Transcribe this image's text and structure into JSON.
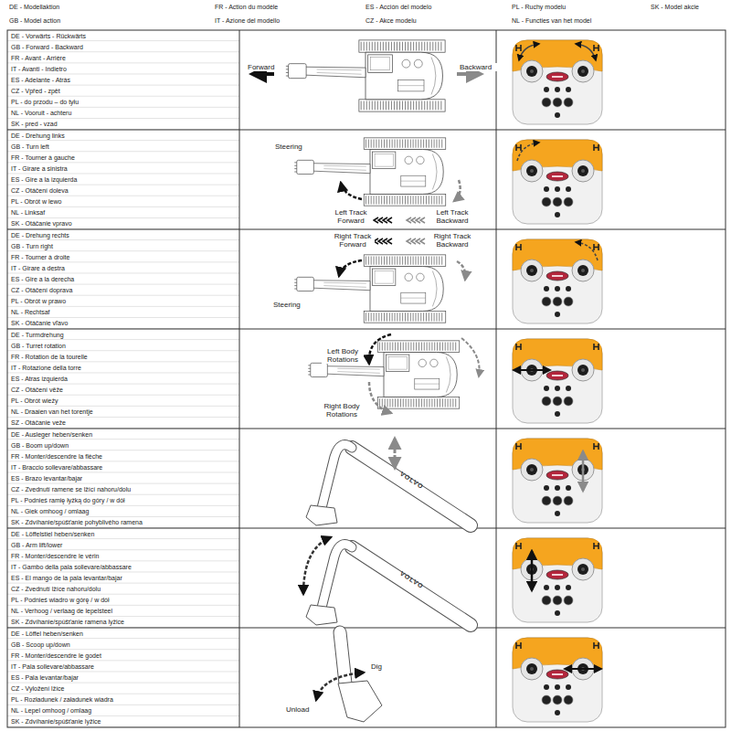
{
  "diagram": {
    "labels": [
      "DE - Modellaktion",
      "FR - Action du modèle",
      "ES - Acción del modelo",
      "PL - Ruchy modelu",
      "SK - Model akcie",
      "GB - Model action",
      "IT - Azione del modello",
      "CZ - Akce modelu",
      "NL - Functies van het model",
      "DE - Vorwärts - Rückwärts",
      "GB - Forward - Backward",
      "FR - Avant - Arrière",
      "IT - Avanti - Indietro",
      "ES - Adelante - Atrás",
      "CZ - Vpřed - zpět",
      "PL - do przodu – do tyłu",
      "NL - Vooruit - achteru",
      "SK - pred - vzad",
      "Forward",
      "Backward",
      "DE - Drehung links",
      "GB - Turn left",
      "FR - Tourner à gauche",
      "IT - Girare a sinistra",
      "ES - Gire a la izquierda",
      "CZ - Otáčení doleva",
      "PL - Obrót w lewo",
      "NL - Linksaf",
      "SK - Otáčanie vpravo",
      "Steering",
      "Left Track Forward",
      "Left Track Backward",
      "DE - Drehung rechts",
      "GB - Turn right",
      "FR - Tourner à droite",
      "IT - Girare a destra",
      "ES - Gire a la derecha",
      "CZ - Otáčení doprava",
      "PL - Obrót w prawo",
      "NL - Rechtsaf",
      "SK - Otáčanie vľavo",
      "Right Track Forward",
      "Right Track Backward",
      "Steering",
      "DE - Turmdrehung",
      "GB - Turret rotation",
      "FR - Rotation de la tourelle",
      "IT - Rotazione della torre",
      "ES - Atras izquierda",
      "CZ - Otáčení věže",
      "PL - Obrót wieży",
      "NL - Draaien van het torentje",
      "SZ - Otáčanie veže",
      "Left Body Rotations",
      "Right Body Rotations",
      "DE - Ausleger heben/senken",
      "GB - Boom up/down",
      "FR - Monter/descendre la flèche",
      "IT - Braccio sollevare/abbassare",
      "ES - Brazo levantar/bajar",
      "CZ - Zvednutí ramene se lžící nahoru/dolu",
      "PL - Podnieś ramię łyżką do góry / w dół",
      "NL - Giek omhoog / omlaag",
      "SK - Zdvíhanie/spúšťanie pohyblivého ramena",
      "VOLVO",
      "DE - Löffelstiel heben/senken",
      "GB - Arm lift/lower",
      "FR - Monter/descendre le vérin",
      "IT - Gambo della pala sollevare/abbassare",
      "ES - El mango de la pala levantar/bajar",
      "CZ - Zvednutí lžíce nahoru/dolu",
      "PL - Podnieś wiadro w górę / w dół",
      "NL - Verhoog / verlaag de lepelsteel",
      "SK - Zdvíhanie/spúšťanie ramena lyžice",
      "VOLVO",
      "DE - Löffel heben/senken",
      "GB - Scoop up/down",
      "FR - Monter/descendre le godet",
      "IT - Pala sollevare/abbassare",
      "ES - Pala levantar/bajar",
      "CZ - Vyložení lžíce",
      "PL - Rozładunek / załadunek wiadra",
      "NL - Lepel omhoog / omlaag",
      "SK - Zdvíhanie/spúšťanie lyžice",
      "Dig",
      "Unload"
    ]
  }
}
